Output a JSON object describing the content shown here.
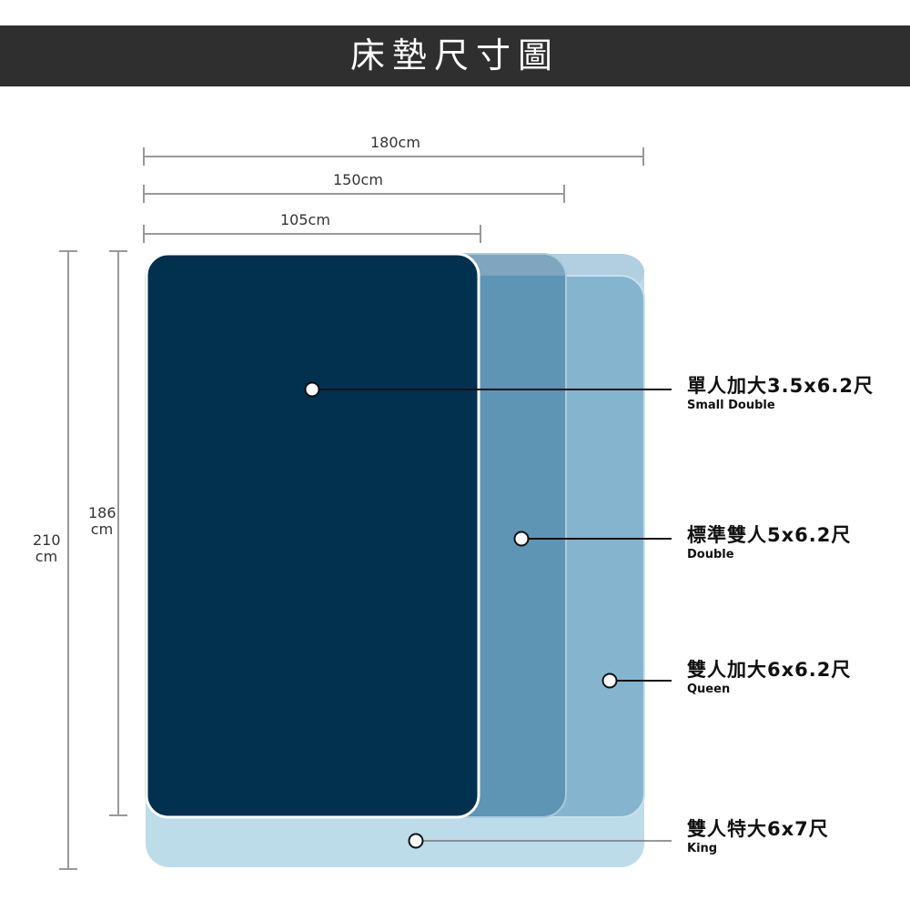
{
  "title": "床墊尺寸圖",
  "dimensions": {
    "w180": "180cm",
    "w150": "150cm",
    "w105": "105cm",
    "h186": "186",
    "h186_unit": "cm",
    "h210": "210",
    "h210_unit": "cm"
  },
  "sizes": [
    {
      "cn": "單人加大3.5x6.2尺",
      "en": "Small Double",
      "color": "#02304f"
    },
    {
      "cn": "標準雙人5x6.2尺",
      "en": "Double",
      "color": "#5e94b4"
    },
    {
      "cn": "雙人加大6x6.2尺",
      "en": "Queen",
      "color": "#85b4cf"
    },
    {
      "cn": "雙人特大6x7尺",
      "en": "King",
      "color": "#bcdce9"
    }
  ]
}
